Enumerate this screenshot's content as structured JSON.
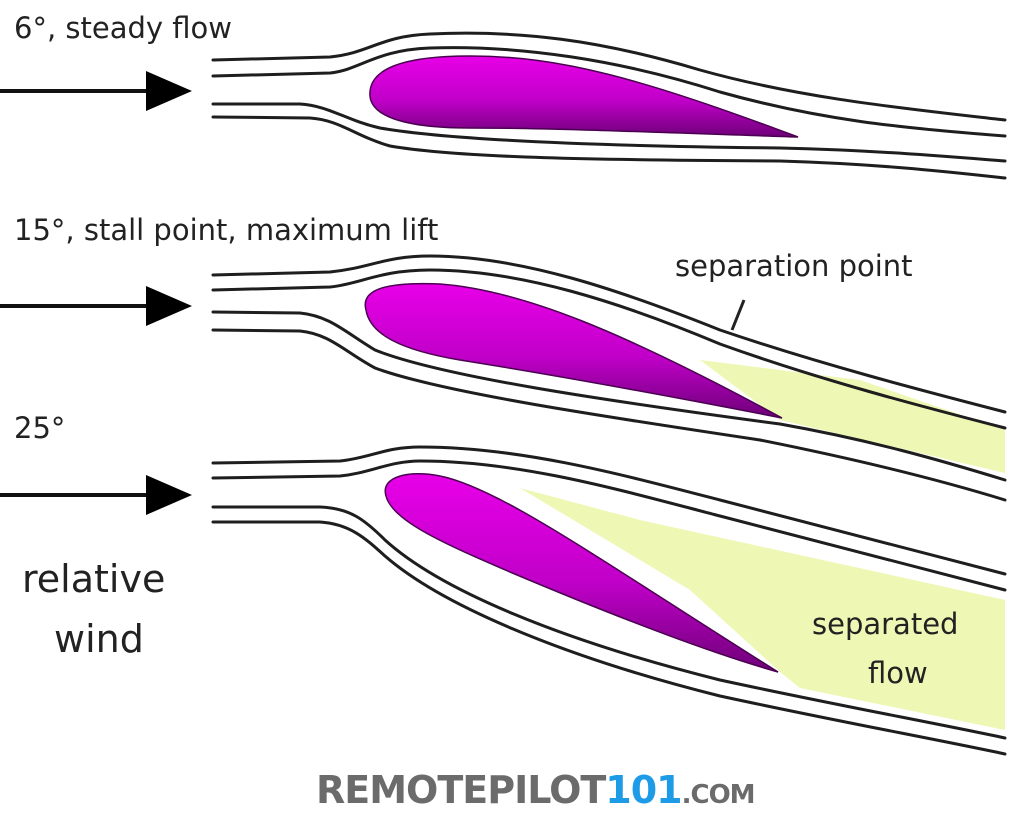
{
  "diagram": {
    "panels": [
      {
        "id": "steady",
        "label": "6°, steady flow",
        "angle_deg": 6,
        "flow_state": "steady"
      },
      {
        "id": "stall",
        "label": "15°, stall point, maximum lift",
        "angle_deg": 15,
        "flow_state": "stall",
        "annotation": "separation point"
      },
      {
        "id": "separated",
        "label": "25°",
        "angle_deg": 25,
        "flow_state": "separated",
        "annotation_line1": "separated",
        "annotation_line2": "flow"
      }
    ],
    "wind_label_line1": "relative",
    "wind_label_line2": "wind",
    "colors": {
      "airfoil_top": "#e600e6",
      "airfoil_bottom": "#7a0080",
      "separated_flow": "#eef7b4",
      "streamline": "#1e1e1e"
    }
  },
  "watermark": {
    "part1": "REMOTEPILOT",
    "part2": "101",
    "part3": ".COM",
    "color_main": "#6b6b6b",
    "color_accent": "#1e9be6"
  }
}
